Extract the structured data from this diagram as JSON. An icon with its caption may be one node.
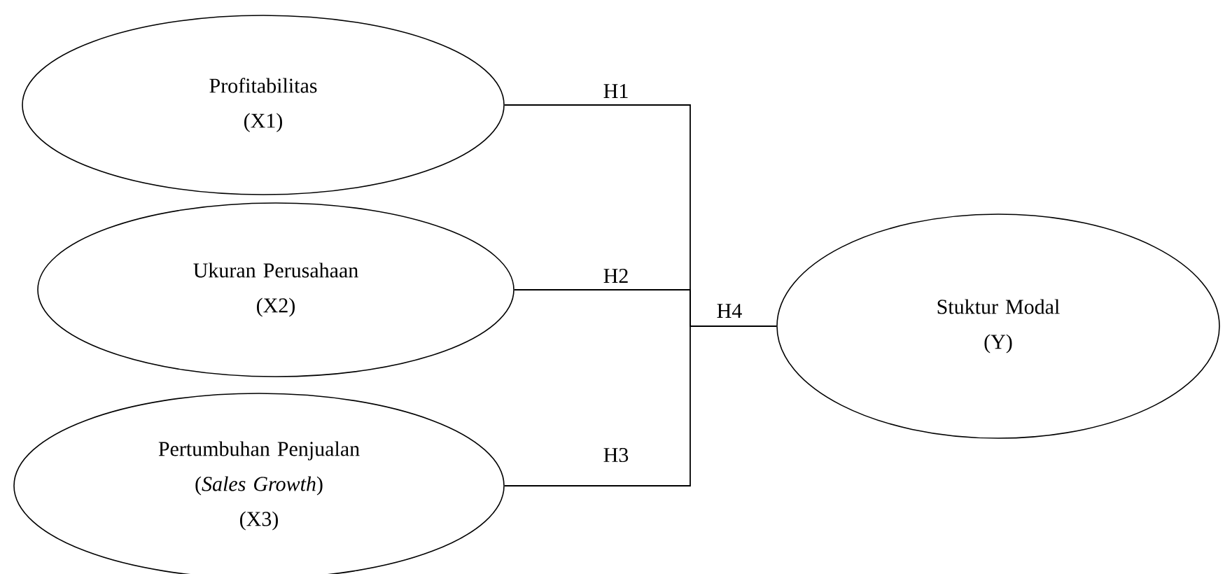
{
  "diagram": {
    "nodes": [
      {
        "text": [
          "Profitabilitas",
          "(X1)"
        ]
      },
      {
        "text": [
          "Ukuran Perusahaan",
          "(X2)"
        ]
      },
      {
        "text": [
          "Pertumbuhan Penjualan",
          "(*Sales Growth*)",
          "(X3)"
        ]
      },
      {
        "text": [
          "Stuktur Modal",
          "(Y)"
        ]
      }
    ],
    "edges": [
      {
        "from": 0,
        "to": 3,
        "arrow": "none",
        "label": "H1"
      },
      {
        "from": 1,
        "to": 3,
        "arrow": "none",
        "label": "H2"
      },
      {
        "from": 2,
        "to": 3,
        "arrow": "none",
        "label": "H3"
      }
    ],
    "labels": [
      "H4"
    ]
  }
}
